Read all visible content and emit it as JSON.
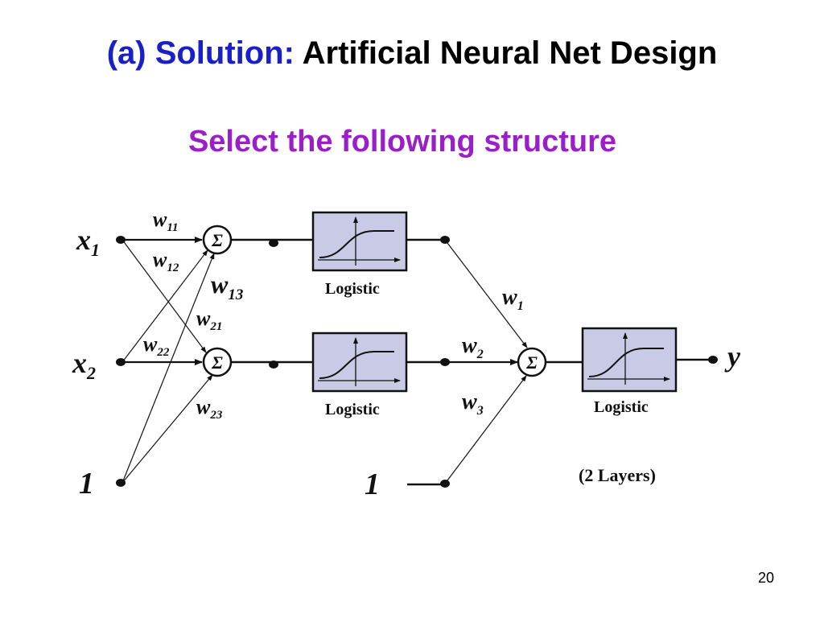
{
  "title": {
    "prefix": "(a) Solution:",
    "main": "Artificial Neural Net Design"
  },
  "subtitle": "Select the following structure",
  "page_number": "20",
  "colors": {
    "title_prefix": "#1a20c8",
    "subtitle": "#9b1fc9",
    "block_fill": "#c9cbe6"
  },
  "diagram": {
    "inputs": {
      "x1": {
        "base": "x",
        "sub": "1"
      },
      "x2": {
        "base": "x",
        "sub": "2"
      },
      "bias1": "1",
      "bias2": "1"
    },
    "weights": {
      "w11": {
        "base": "w",
        "sub": "11"
      },
      "w12": {
        "base": "w",
        "sub": "12"
      },
      "w13": {
        "base": "w",
        "sub": "13"
      },
      "w21": {
        "base": "w",
        "sub": "21"
      },
      "w22": {
        "base": "w",
        "sub": "22"
      },
      "w23": {
        "base": "w",
        "sub": "23"
      },
      "w1": {
        "base": "w",
        "sub": "1"
      },
      "w2": {
        "base": "w",
        "sub": "2"
      },
      "w3": {
        "base": "w",
        "sub": "3"
      }
    },
    "sum_symbol": "Σ",
    "block_label": "Logistic",
    "output": "y",
    "layers_note": "(2 Layers)",
    "icons": [
      "summing-junction-icon",
      "logistic-curve-icon",
      "arrow-head-icon"
    ]
  }
}
